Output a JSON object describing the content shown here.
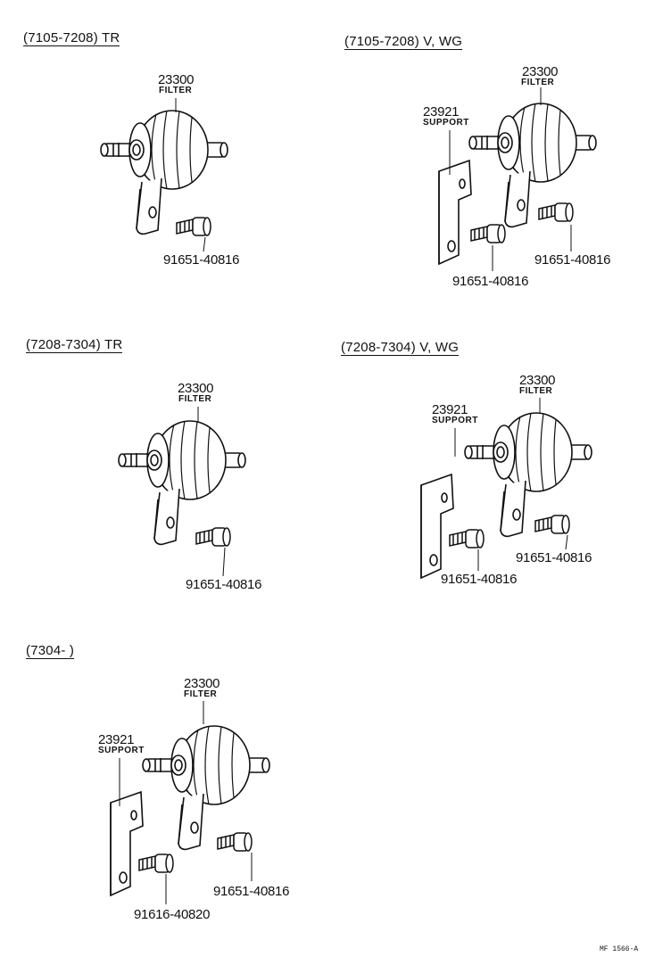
{
  "sections": [
    {
      "title": "(7105-7208)  TR",
      "filter_part": "23300",
      "filter_name": "FILTER",
      "bolts": [
        "91651-40816"
      ]
    },
    {
      "title": "(7105-7208)  V, WG",
      "filter_part": "23300",
      "filter_name": "FILTER",
      "support_part": "23921",
      "support_name": "SUPPORT",
      "bolts": [
        "91651-40816",
        "91651-40816"
      ]
    },
    {
      "title": "(7208-7304)  TR",
      "filter_part": "23300",
      "filter_name": "FILTER",
      "bolts": [
        "91651-40816"
      ]
    },
    {
      "title": "(7208-7304)  V, WG",
      "filter_part": "23300",
      "filter_name": "FILTER",
      "support_part": "23921",
      "support_name": "SUPPORT",
      "bolts": [
        "91651-40816",
        "91651-40816"
      ]
    },
    {
      "title": "(7304-          )",
      "filter_part": "23300",
      "filter_name": "FILTER",
      "support_part": "23921",
      "support_name": "SUPPORT",
      "bolts": [
        "91651-40816",
        "91616-40820"
      ]
    }
  ],
  "doc_code": "MF  1566-A"
}
